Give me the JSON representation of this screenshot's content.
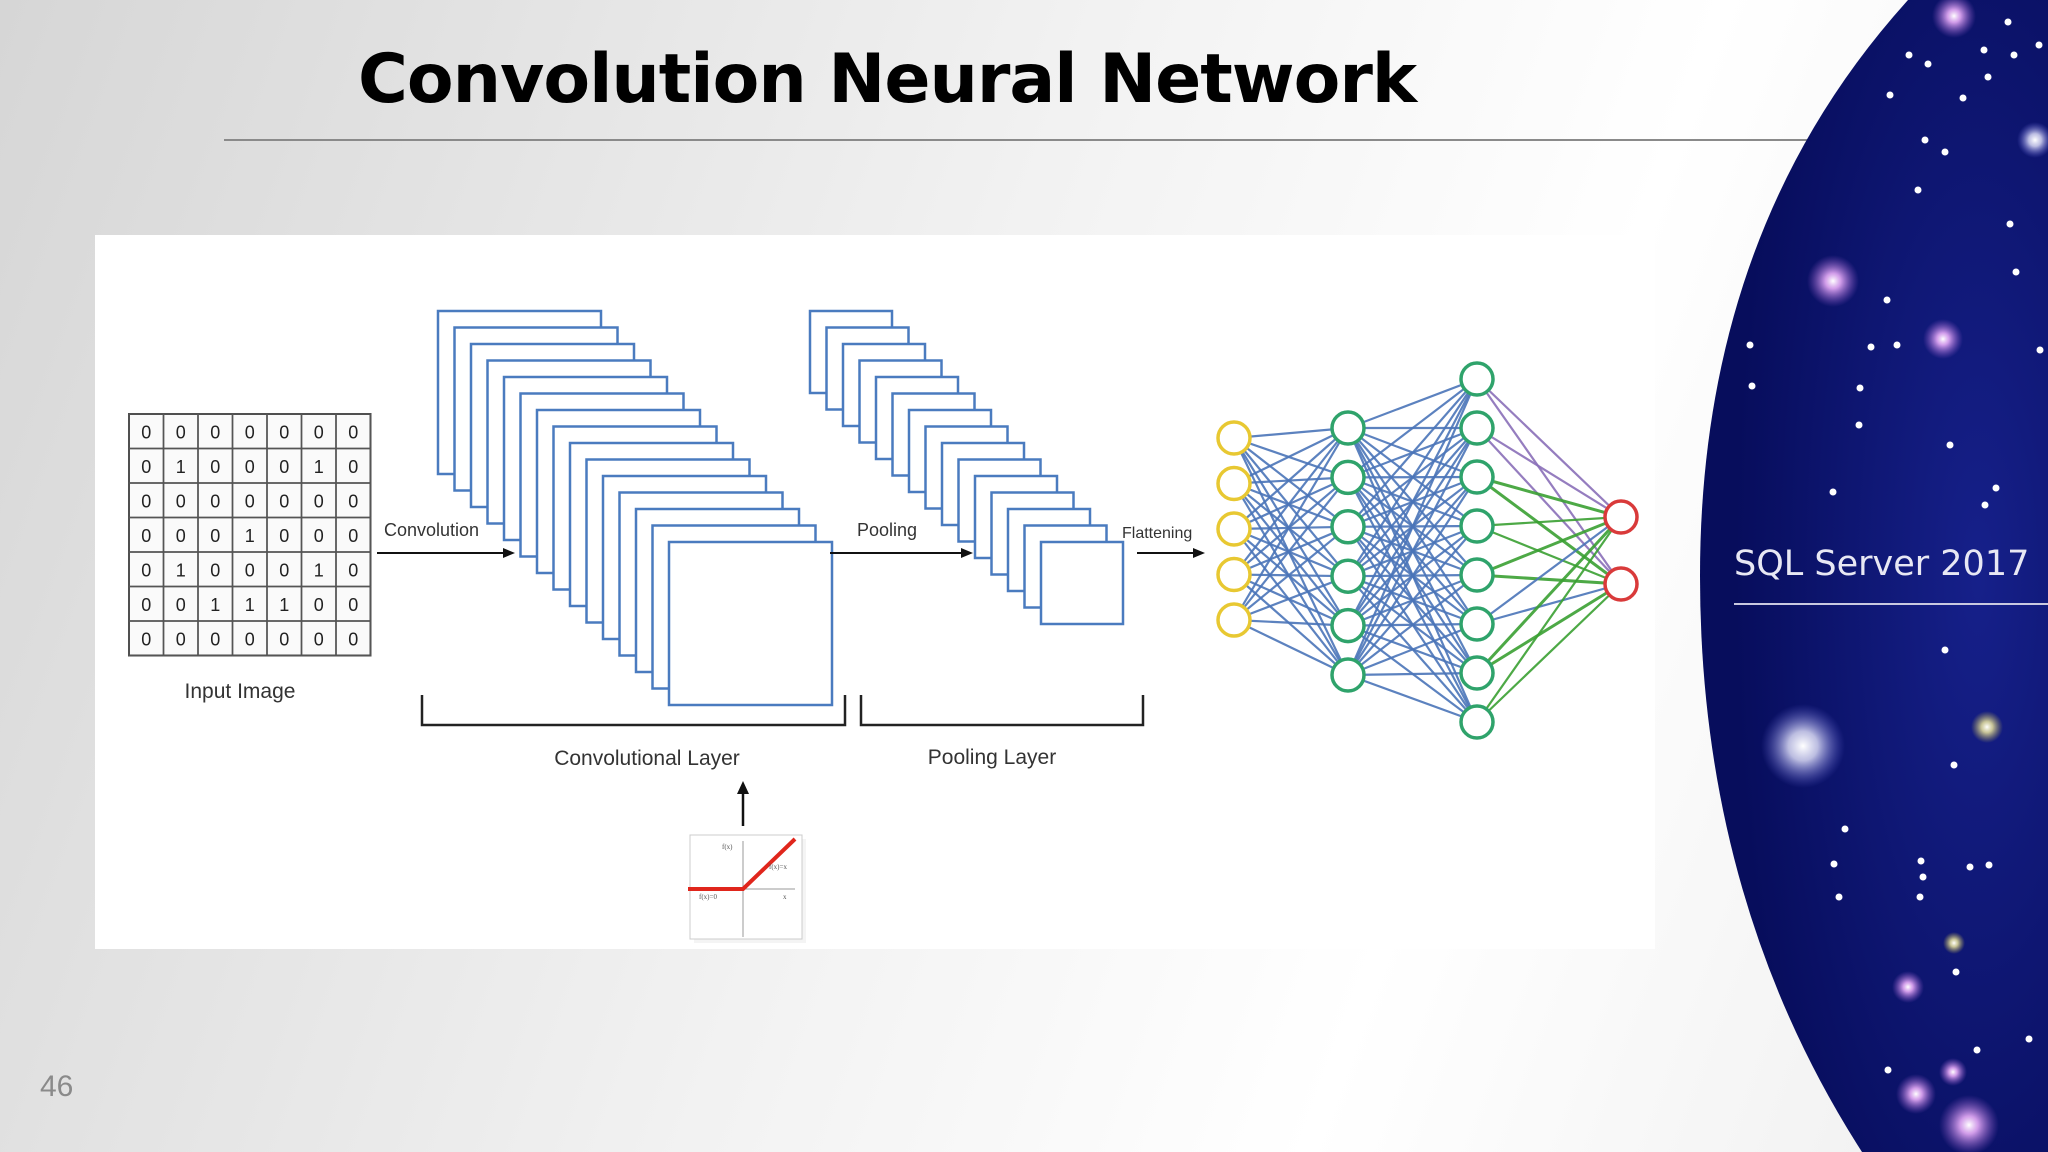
{
  "slide": {
    "title": "Convolution Neural Network",
    "number": "46",
    "brand_label": "SQL Server 2017"
  },
  "diagram": {
    "input_matrix": [
      [
        "0",
        "0",
        "0",
        "0",
        "0",
        "0",
        "0"
      ],
      [
        "0",
        "1",
        "0",
        "0",
        "0",
        "1",
        "0"
      ],
      [
        "0",
        "0",
        "0",
        "0",
        "0",
        "0",
        "0"
      ],
      [
        "0",
        "0",
        "0",
        "1",
        "0",
        "0",
        "0"
      ],
      [
        "0",
        "1",
        "0",
        "0",
        "0",
        "1",
        "0"
      ],
      [
        "0",
        "0",
        "1",
        "1",
        "1",
        "0",
        "0"
      ],
      [
        "0",
        "0",
        "0",
        "0",
        "0",
        "0",
        "0"
      ]
    ],
    "labels": {
      "input_image": "Input Image",
      "convolution": "Convolution",
      "pooling": "Pooling",
      "flattening": "Flattening",
      "convolutional_layer": "Convolutional Layer",
      "pooling_layer": "Pooling Layer"
    },
    "relu_labels": {
      "y_axis": "f(x)",
      "right": "f(x)=x",
      "left": "f(x)=0",
      "x_axis": "x"
    },
    "network": {
      "layer_sizes": [
        5,
        6,
        8,
        2
      ],
      "node_colors": [
        "#e8c832",
        "#2fa36b",
        "#2fa36b",
        "#d93a3a"
      ]
    },
    "colors": {
      "feature_map_border": "#4a7bbf",
      "edge": "#4a74b8",
      "edge_purple": "#8a6fb8",
      "edge_green": "#3aa032",
      "relu": "#e0261c",
      "galaxy": "#0a1270"
    }
  }
}
